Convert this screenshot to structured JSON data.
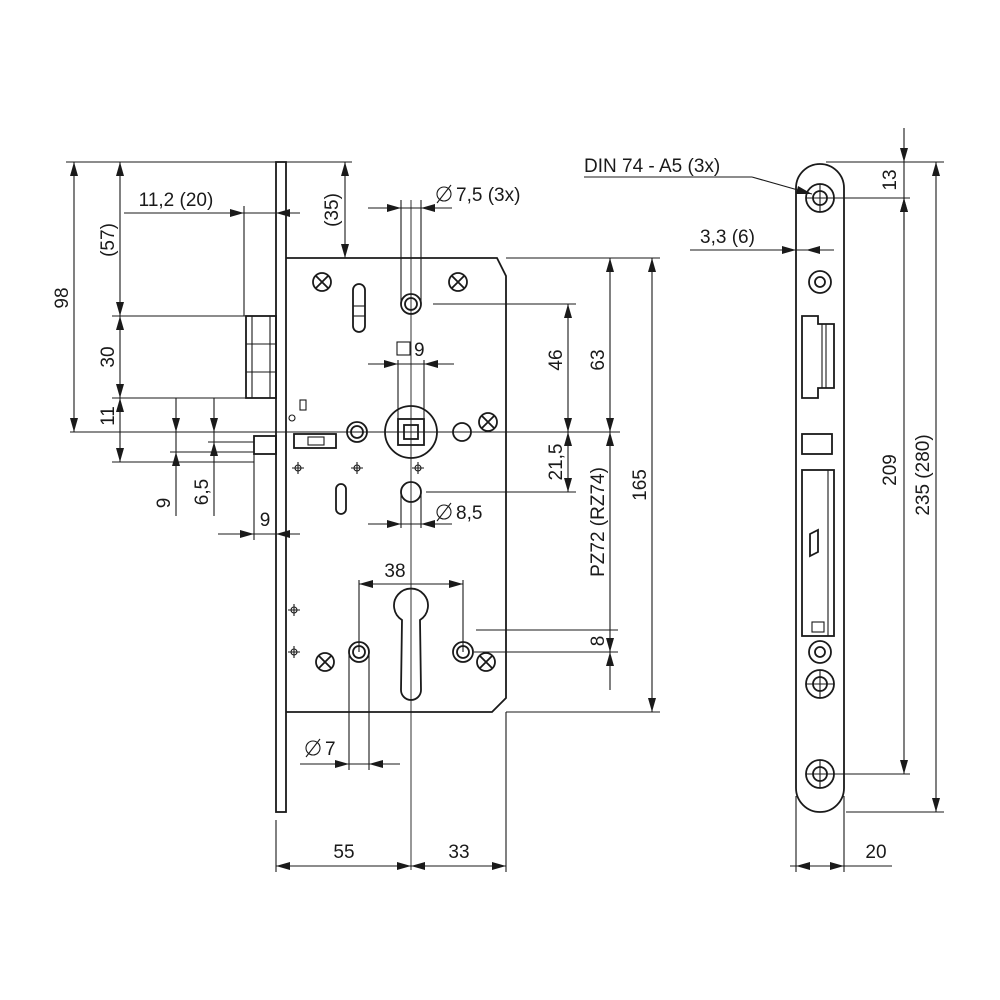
{
  "labels": {
    "d98": "98",
    "d57": "(57)",
    "d30": "30",
    "d11": "11",
    "d11_2": "11,2 (20)",
    "d35": "(35)",
    "d7_5": "7,5 (3x)",
    "sq9": "9",
    "d46": "46",
    "d63": "63",
    "d21_5": "21,5",
    "d165": "165",
    "pz72": "PZ72 (RZ74)",
    "d8_5": "8,5",
    "d9a": "9",
    "d6_5": "6,5",
    "d9b": "9",
    "d38": "38",
    "d8": "8",
    "d7": "7",
    "d55": "55",
    "d33": "33",
    "din": "DIN 74 - A5 (3x)",
    "d3_3": "3,3 (6)",
    "d13": "13",
    "d209": "209",
    "d235": "235 (280)",
    "d20": "20"
  }
}
